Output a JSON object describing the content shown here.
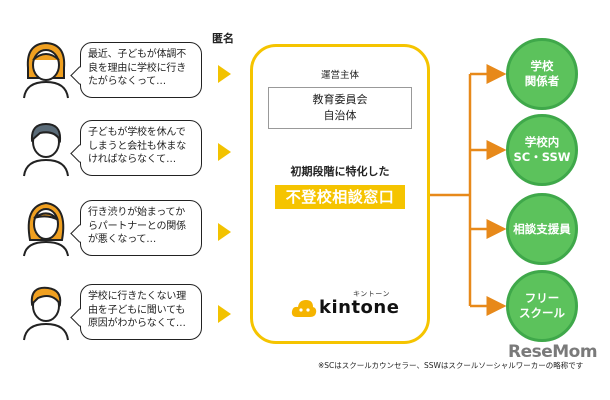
{
  "anonymous_label": "匿名",
  "speakers": [
    {
      "icon": "woman-avatar-icon",
      "color": "#f0a020",
      "text": "最近、子どもが体調不\n良を理由に学校に行き\nたがらなくって…"
    },
    {
      "icon": "man-avatar-icon",
      "color": "#5a6b78",
      "text": "子どもが学校を休んで\nしまうと会社も休まな\nければならなくて…"
    },
    {
      "icon": "woman-avatar-icon",
      "color": "#f0a020",
      "text": "行き渋りが始まってか\nらパートナーとの関係\nが悪くなって…"
    },
    {
      "icon": "man-avatar-icon",
      "color": "#f0a020",
      "text": "学校に行きたくない理\n由を子どもに聞いても\n原因がわからなくて…"
    }
  ],
  "center": {
    "operator_label": "運営主体",
    "operator_lines": [
      "教育委員会",
      "自治体"
    ],
    "specialized_label": "初期段階に特化した",
    "highlight": "不登校相談窓口",
    "logo_text": "kintone",
    "logo_kana": "キントーン"
  },
  "destinations": [
    {
      "label": "学校\n関係者"
    },
    {
      "label": "学校内\nSC・SSW"
    },
    {
      "label": "相談支援員"
    },
    {
      "label": "フリー\nスクール"
    }
  ],
  "footnote": "※SCはスクールカウンセラー、SSWはスクールソーシャルワーカーの略称です",
  "watermark": "ReseMom",
  "colors": {
    "accent_yellow": "#f5c400",
    "green": "#5cc25c",
    "orange": "#e7891a"
  }
}
